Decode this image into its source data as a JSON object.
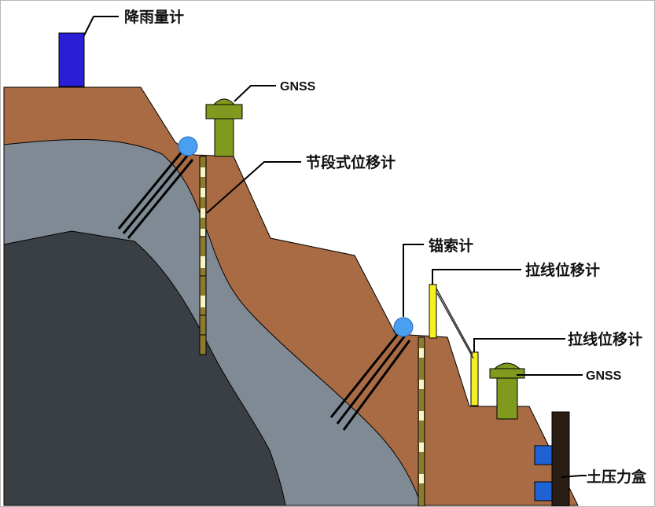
{
  "labels": {
    "rain_gauge": "降雨量计",
    "gnss_top": "GNSS",
    "segmental_displacement": "节段式位移计",
    "anchor_cable_meter": "锚索计",
    "wire_displacement_1": "拉线位移计",
    "wire_displacement_2": "拉线位移计",
    "gnss_lower": "GNSS",
    "earth_pressure_cell": "土压力盒"
  },
  "colors": {
    "soil": "#a86b43",
    "weathered_rock": "#7f8a94",
    "bedrock": "#3a3f45",
    "rain_gauge": "#2a1fd6",
    "gnss": "#7f9a1e",
    "anchor_meter": "#4a9ff0",
    "wire_meter": "#f4ef20",
    "pressure_cell": "#1e62d6",
    "inclinometer": "#8c7a2e"
  }
}
